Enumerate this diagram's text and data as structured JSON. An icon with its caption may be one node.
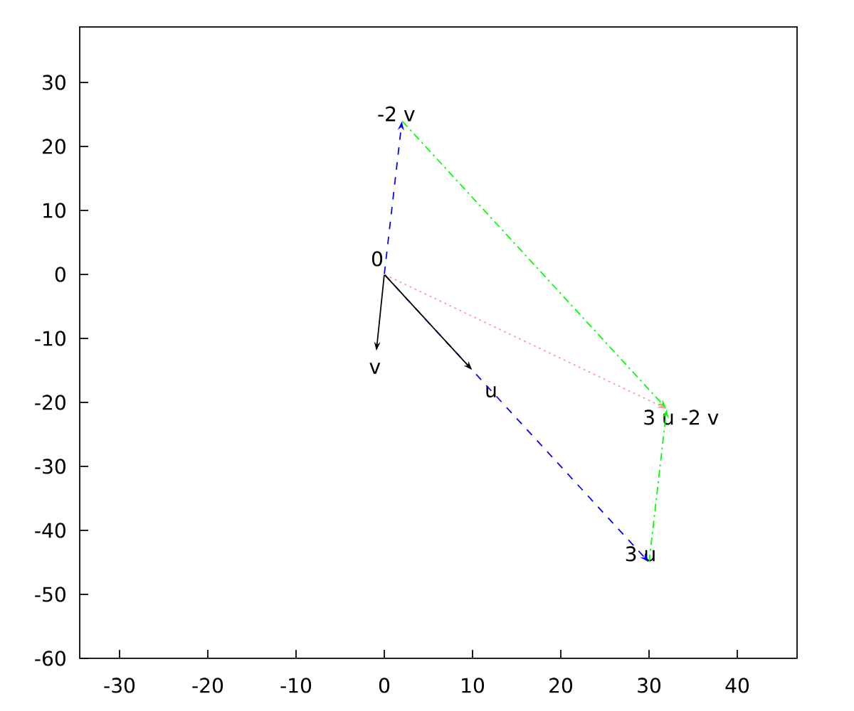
{
  "diagram": {
    "nodes": [
      {
        "text": [
          "-2 v"
        ]
      },
      {
        "text": [
          "0"
        ]
      },
      {
        "text": [
          "v"
        ]
      },
      {
        "text": [
          "u"
        ]
      },
      {
        "text": [
          "3 u -2 v"
        ]
      },
      {
        "text": [
          "3 u"
        ]
      }
    ],
    "edges": [
      {
        "from": 1,
        "to": 2,
        "arrow": "to"
      },
      {
        "from": 1,
        "to": 0,
        "arrow": "to",
        "style": "dashed",
        "color": "#0000ff"
      },
      {
        "from": 1,
        "to": 5,
        "arrow": "to",
        "style": "dashed",
        "color": "#0000ff"
      },
      {
        "from": 1,
        "to": 3,
        "arrow": "to"
      },
      {
        "from": 0,
        "to": 4,
        "arrow": "to",
        "style": "dashed",
        "color": "#00ff00"
      },
      {
        "from": 5,
        "to": 4,
        "arrow": "to",
        "style": "dashed",
        "color": "#00ff00"
      },
      {
        "from": 1,
        "to": 4,
        "arrow": "to",
        "style": "dashed",
        "color": "#ff9999"
      }
    ],
    "labels": [
      "-30",
      "-20",
      "-10",
      "0",
      "10",
      "20",
      "30",
      "40",
      "-60",
      "-50",
      "-40",
      "-30",
      "-20",
      "-10",
      "0",
      "10",
      "20",
      "30"
    ]
  }
}
